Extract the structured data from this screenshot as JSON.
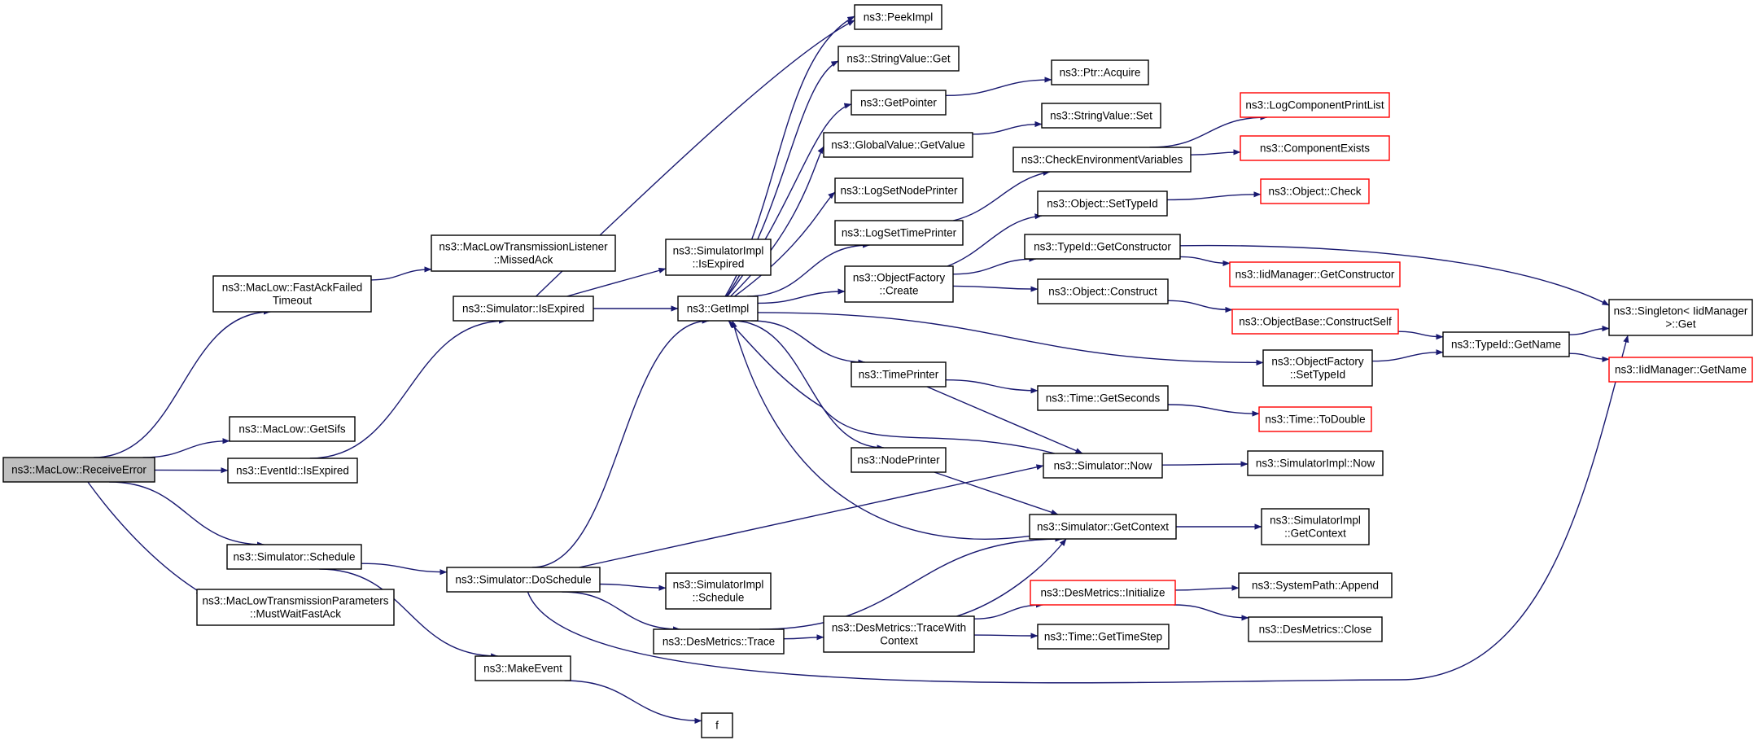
{
  "colors": {
    "edge": "#191970",
    "node_border": "#000000",
    "missing_border": "#ff0000",
    "root_fill": "#bfbfbf"
  },
  "nodes": [
    {
      "id": "receiveerror",
      "label": [
        "ns3::MacLow::ReceiveError"
      ],
      "style": "root"
    },
    {
      "id": "fastackfailedtimeout",
      "label": [
        "ns3::MacLow::FastAckFailed",
        "Timeout"
      ]
    },
    {
      "id": "getsifs",
      "label": [
        "ns3::MacLow::GetSifs"
      ]
    },
    {
      "id": "eventid_isexpired",
      "label": [
        "ns3::EventId::IsExpired"
      ]
    },
    {
      "id": "simulator_schedule",
      "label": [
        "ns3::Simulator::Schedule"
      ]
    },
    {
      "id": "mustwaitfastack",
      "label": [
        "ns3::MacLowTransmissionParameters",
        "::MustWaitFastAck"
      ]
    },
    {
      "id": "missedack",
      "label": [
        "ns3::MacLowTransmissionListener",
        "::MissedAck"
      ]
    },
    {
      "id": "simulator_isexpired",
      "label": [
        "ns3::Simulator::IsExpired"
      ]
    },
    {
      "id": "simulator_doschedule",
      "label": [
        "ns3::Simulator::DoSchedule"
      ]
    },
    {
      "id": "makeevent",
      "label": [
        "ns3::MakeEvent"
      ]
    },
    {
      "id": "f",
      "label": [
        "f"
      ]
    },
    {
      "id": "simimpl_isexpired",
      "label": [
        "ns3::SimulatorImpl",
        "::IsExpired"
      ]
    },
    {
      "id": "getimpl",
      "label": [
        "ns3::GetImpl"
      ]
    },
    {
      "id": "simimpl_schedule",
      "label": [
        "ns3::SimulatorImpl",
        "::Schedule"
      ]
    },
    {
      "id": "desmetrics_trace",
      "label": [
        "ns3::DesMetrics::Trace"
      ]
    },
    {
      "id": "peekimpl",
      "label": [
        "ns3::PeekImpl"
      ]
    },
    {
      "id": "stringvalue_get",
      "label": [
        "ns3::StringValue::Get"
      ]
    },
    {
      "id": "getpointer",
      "label": [
        "ns3::GetPointer"
      ]
    },
    {
      "id": "globalvalue_getvalue",
      "label": [
        "ns3::GlobalValue::GetValue"
      ]
    },
    {
      "id": "logsetnodeprinter",
      "label": [
        "ns3::LogSetNodePrinter"
      ]
    },
    {
      "id": "logsettimeprinter",
      "label": [
        "ns3::LogSetTimePrinter"
      ]
    },
    {
      "id": "objectfactory_create",
      "label": [
        "ns3::ObjectFactory",
        "::Create"
      ]
    },
    {
      "id": "timeprinter",
      "label": [
        "ns3::TimePrinter"
      ]
    },
    {
      "id": "nodeprinter",
      "label": [
        "ns3::NodePrinter"
      ]
    },
    {
      "id": "tracewithcontext",
      "label": [
        "ns3::DesMetrics::TraceWith",
        "Context"
      ]
    },
    {
      "id": "ptr_acquire",
      "label": [
        "ns3::Ptr::Acquire"
      ]
    },
    {
      "id": "stringvalue_set",
      "label": [
        "ns3::StringValue::Set"
      ]
    },
    {
      "id": "checkenvvars",
      "label": [
        "ns3::CheckEnvironmentVariables"
      ]
    },
    {
      "id": "object_settypeid",
      "label": [
        "ns3::Object::SetTypeId"
      ]
    },
    {
      "id": "typeid_getconstructor",
      "label": [
        "ns3::TypeId::GetConstructor"
      ]
    },
    {
      "id": "object_construct",
      "label": [
        "ns3::Object::Construct"
      ]
    },
    {
      "id": "objectfactory_settypeid",
      "label": [
        "ns3::ObjectFactory",
        "::SetTypeId"
      ]
    },
    {
      "id": "time_getseconds",
      "label": [
        "ns3::Time::GetSeconds"
      ]
    },
    {
      "id": "simulator_now",
      "label": [
        "ns3::Simulator::Now"
      ]
    },
    {
      "id": "simulator_getcontext",
      "label": [
        "ns3::Simulator::GetContext"
      ]
    },
    {
      "id": "desmetrics_initialize",
      "label": [
        "ns3::DesMetrics::Initialize"
      ],
      "style": "red"
    },
    {
      "id": "time_gettimestep",
      "label": [
        "ns3::Time::GetTimeStep"
      ]
    },
    {
      "id": "logcomponentprintlist",
      "label": [
        "ns3::LogComponentPrintList"
      ],
      "style": "red"
    },
    {
      "id": "componentexists",
      "label": [
        "ns3::ComponentExists"
      ],
      "style": "red"
    },
    {
      "id": "object_check",
      "label": [
        "ns3::Object::Check"
      ],
      "style": "red"
    },
    {
      "id": "iidmanager_getconstructor",
      "label": [
        "ns3::IidManager::GetConstructor"
      ],
      "style": "red"
    },
    {
      "id": "objectbase_constructself",
      "label": [
        "ns3::ObjectBase::ConstructSelf"
      ],
      "style": "red"
    },
    {
      "id": "time_todouble",
      "label": [
        "ns3::Time::ToDouble"
      ],
      "style": "red"
    },
    {
      "id": "simimpl_now",
      "label": [
        "ns3::SimulatorImpl::Now"
      ]
    },
    {
      "id": "simimpl_getcontext",
      "label": [
        "ns3::SimulatorImpl",
        "::GetContext"
      ]
    },
    {
      "id": "systempath_append",
      "label": [
        "ns3::SystemPath::Append"
      ]
    },
    {
      "id": "desmetrics_close",
      "label": [
        "ns3::DesMetrics::Close"
      ]
    },
    {
      "id": "typeid_getname",
      "label": [
        "ns3::TypeId::GetName"
      ]
    },
    {
      "id": "singleton_get",
      "label": [
        "ns3::Singleton< IidManager",
        ">::Get"
      ]
    },
    {
      "id": "iidmanager_getname",
      "label": [
        "ns3::IidManager::GetName"
      ],
      "style": "red"
    }
  ],
  "edges": [
    [
      "receiveerror",
      "fastackfailedtimeout"
    ],
    [
      "receiveerror",
      "getsifs"
    ],
    [
      "receiveerror",
      "eventid_isexpired"
    ],
    [
      "receiveerror",
      "simulator_schedule"
    ],
    [
      "receiveerror",
      "mustwaitfastack"
    ],
    [
      "fastackfailedtimeout",
      "missedack"
    ],
    [
      "eventid_isexpired",
      "simulator_isexpired"
    ],
    [
      "simulator_isexpired",
      "simimpl_isexpired"
    ],
    [
      "simulator_isexpired",
      "getimpl"
    ],
    [
      "simulator_isexpired",
      "peekimpl"
    ],
    [
      "simulator_schedule",
      "simulator_doschedule"
    ],
    [
      "simulator_schedule",
      "makeevent"
    ],
    [
      "makeevent",
      "f"
    ],
    [
      "simulator_doschedule",
      "getimpl"
    ],
    [
      "simulator_doschedule",
      "simimpl_schedule"
    ],
    [
      "simulator_doschedule",
      "desmetrics_trace"
    ],
    [
      "simulator_doschedule",
      "simulator_now"
    ],
    [
      "simulator_doschedule",
      "singleton_get"
    ],
    [
      "getimpl",
      "peekimpl"
    ],
    [
      "getimpl",
      "stringvalue_get"
    ],
    [
      "getimpl",
      "getpointer"
    ],
    [
      "getimpl",
      "globalvalue_getvalue"
    ],
    [
      "getimpl",
      "logsetnodeprinter"
    ],
    [
      "getimpl",
      "logsettimeprinter"
    ],
    [
      "getimpl",
      "objectfactory_create"
    ],
    [
      "getimpl",
      "timeprinter"
    ],
    [
      "getimpl",
      "nodeprinter"
    ],
    [
      "getimpl",
      "objectfactory_settypeid"
    ],
    [
      "getpointer",
      "ptr_acquire"
    ],
    [
      "globalvalue_getvalue",
      "stringvalue_set"
    ],
    [
      "logsettimeprinter",
      "checkenvvars"
    ],
    [
      "checkenvvars",
      "logcomponentprintlist"
    ],
    [
      "checkenvvars",
      "componentexists"
    ],
    [
      "objectfactory_create",
      "object_settypeid"
    ],
    [
      "objectfactory_create",
      "typeid_getconstructor"
    ],
    [
      "objectfactory_create",
      "object_construct"
    ],
    [
      "object_settypeid",
      "object_check"
    ],
    [
      "typeid_getconstructor",
      "iidmanager_getconstructor"
    ],
    [
      "typeid_getconstructor",
      "singleton_get"
    ],
    [
      "object_construct",
      "objectbase_constructself"
    ],
    [
      "objectbase_constructself",
      "typeid_getname"
    ],
    [
      "objectfactory_settypeid",
      "typeid_getname"
    ],
    [
      "typeid_getname",
      "singleton_get"
    ],
    [
      "typeid_getname",
      "iidmanager_getname"
    ],
    [
      "timeprinter",
      "time_getseconds"
    ],
    [
      "timeprinter",
      "simulator_now"
    ],
    [
      "time_getseconds",
      "time_todouble"
    ],
    [
      "nodeprinter",
      "simulator_getcontext"
    ],
    [
      "simulator_now",
      "getimpl"
    ],
    [
      "simulator_now",
      "simimpl_now"
    ],
    [
      "simulator_getcontext",
      "getimpl"
    ],
    [
      "simulator_getcontext",
      "simimpl_getcontext"
    ],
    [
      "desmetrics_trace",
      "tracewithcontext"
    ],
    [
      "desmetrics_trace",
      "simulator_getcontext"
    ],
    [
      "tracewithcontext",
      "desmetrics_initialize"
    ],
    [
      "tracewithcontext",
      "time_gettimestep"
    ],
    [
      "tracewithcontext",
      "simulator_getcontext"
    ],
    [
      "desmetrics_initialize",
      "systempath_append"
    ],
    [
      "desmetrics_initialize",
      "desmetrics_close"
    ]
  ]
}
